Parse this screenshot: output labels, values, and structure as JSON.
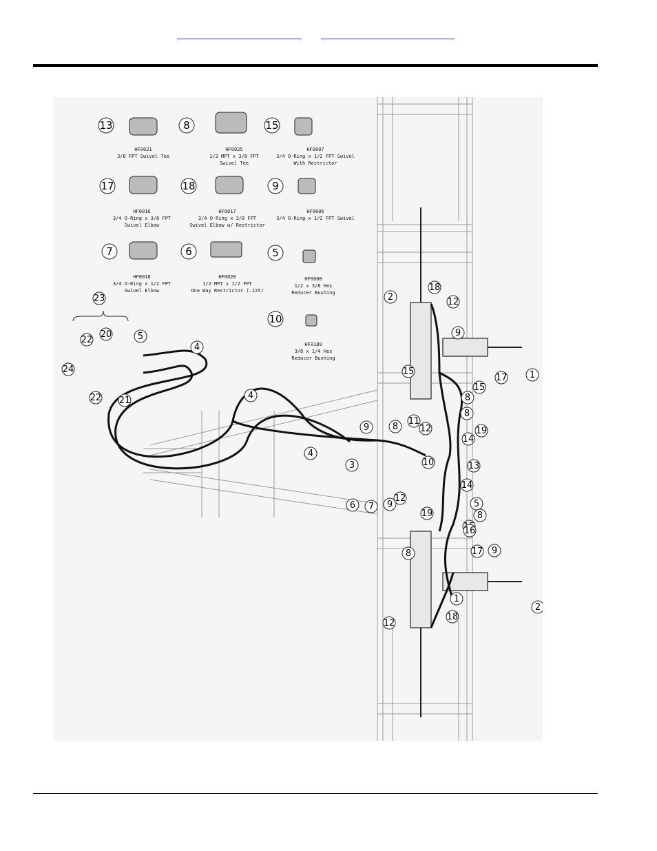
{
  "header_links": [
    {
      "label": ""
    },
    {
      "label": ""
    }
  ],
  "link_color": "#2b2bd6",
  "diagram": {
    "background": "#f5f5f5",
    "parts": [
      {
        "num": "13",
        "code": "HF0021",
        "desc1": "3/8 FPT Swivel Tee",
        "desc2": "",
        "desc3": ""
      },
      {
        "num": "8",
        "code": "HF0025",
        "desc1": "1/2 MPT x 3/8 FPT",
        "desc2": "Swivel Tee",
        "desc3": ""
      },
      {
        "num": "15",
        "code": "HF0007",
        "desc1": "3/4 O-Ring x 1/2 FPT Swivel",
        "desc2": "With Restrictor",
        "desc3": ""
      },
      {
        "num": "17",
        "code": "HF0016",
        "desc1": "3/4 O-Ring x 3/8 FPT",
        "desc2": "Swivel Elbow",
        "desc3": ""
      },
      {
        "num": "18",
        "code": "HF0017",
        "desc1": "3/4 O-Ring x 3/8 FPT",
        "desc2": "Swivel Elbow w/ Restrictor",
        "desc3": ""
      },
      {
        "num": "9",
        "code": "HF0006",
        "desc1": "3/4 O-Ring x 1/2 FPT Swivel",
        "desc2": "",
        "desc3": ""
      },
      {
        "num": "7",
        "code": "HF0018",
        "desc1": "3/4 O-Ring x 1/2 FPT",
        "desc2": "Swivel Elbow",
        "desc3": ""
      },
      {
        "num": "6",
        "code": "HF0028",
        "desc1": "1/2 MPT x 1/2 FPT",
        "desc2": "One Way Restrictor (.125)",
        "desc3": ""
      },
      {
        "num": "5",
        "code": "HF0008",
        "desc1": "1/2 x 3/8 Hex",
        "desc2": "Reducer Bushing",
        "desc3": ""
      },
      {
        "num": "10",
        "code": "HF0189",
        "desc1": "3/8 x 1/4 Hex",
        "desc2": "Reducer Bushing",
        "desc3": ""
      }
    ],
    "callouts": [
      "23",
      "22",
      "20",
      "5",
      "4",
      "24",
      "22",
      "21",
      "4",
      "4",
      "2",
      "18",
      "12",
      "9",
      "15",
      "17",
      "1",
      "15",
      "8",
      "8",
      "19",
      "14",
      "9",
      "8",
      "11",
      "12",
      "13",
      "3",
      "10",
      "14",
      "5",
      "6",
      "7",
      "9",
      "12",
      "19",
      "8",
      "15",
      "8",
      "16",
      "17",
      "9",
      "1",
      "2",
      "12",
      "18"
    ]
  }
}
